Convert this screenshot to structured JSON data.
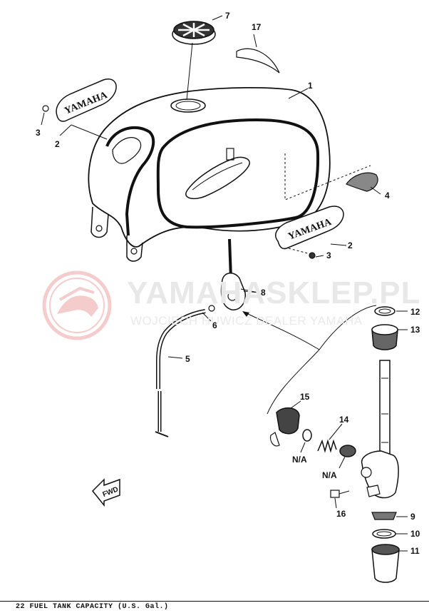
{
  "watermark": {
    "title": "YAMAHASKLEP.PL",
    "subtitle": "WOJCIECH HUWICZ DEALER YAMAHA"
  },
  "emblem_text": "YAMAHA",
  "fwd_text": "FWD",
  "callouts": [
    {
      "id": "c7",
      "text": "7"
    },
    {
      "id": "c17",
      "text": "17"
    },
    {
      "id": "c1",
      "text": "1"
    },
    {
      "id": "c3a",
      "text": "3"
    },
    {
      "id": "c2a",
      "text": "2"
    },
    {
      "id": "c4",
      "text": "4"
    },
    {
      "id": "c2b",
      "text": "2"
    },
    {
      "id": "c3b",
      "text": "3"
    },
    {
      "id": "c8",
      "text": "8"
    },
    {
      "id": "c6",
      "text": "6"
    },
    {
      "id": "c5",
      "text": "5"
    },
    {
      "id": "c12",
      "text": "12"
    },
    {
      "id": "c13",
      "text": "13"
    },
    {
      "id": "c15",
      "text": "15"
    },
    {
      "id": "c14",
      "text": "14"
    },
    {
      "id": "na1",
      "text": "N/A"
    },
    {
      "id": "na2",
      "text": "N/A"
    },
    {
      "id": "c16",
      "text": "16"
    },
    {
      "id": "c9",
      "text": "9"
    },
    {
      "id": "c10",
      "text": "10"
    },
    {
      "id": "c11",
      "text": "11"
    }
  ],
  "footer": {
    "text": "22    FUEL TANK CAPACITY (U.S. Gal.)"
  }
}
